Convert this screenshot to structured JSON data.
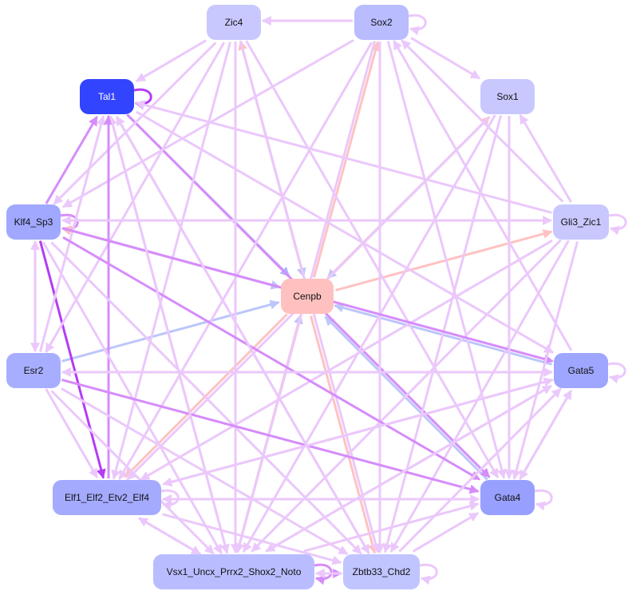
{
  "colors": {
    "default_edge": "#ebc8fb",
    "purple_edge": "#d68cfb",
    "dark_purple_edge": "#b43cf5",
    "blue_edge": "#aab4ff",
    "light_blue_edge": "#bcc6fb",
    "pink_edge": "#ffc2c2"
  },
  "nodes": [
    {
      "id": "Zic4",
      "label": "Zic4",
      "fill": "#c8c8ff",
      "text": "#111111"
    },
    {
      "id": "Sox2",
      "label": "Sox2",
      "fill": "#b9bcff",
      "text": "#111111"
    },
    {
      "id": "Tal1",
      "label": "Tal1",
      "fill": "#3344ff",
      "text": "#ffffff"
    },
    {
      "id": "Sox1",
      "label": "Sox1",
      "fill": "#c8c8ff",
      "text": "#111111"
    },
    {
      "id": "Klf4_Sp3",
      "label": "Klf4_Sp3",
      "fill": "#a0a8ff",
      "text": "#111111"
    },
    {
      "id": "Gli3_Zic1",
      "label": "Gli3_Zic1",
      "fill": "#c8c8ff",
      "text": "#111111"
    },
    {
      "id": "Cenpb",
      "label": "Cenpb",
      "fill": "#ffc0c0",
      "text": "#111111"
    },
    {
      "id": "Esr2",
      "label": "Esr2",
      "fill": "#a8aeff",
      "text": "#111111"
    },
    {
      "id": "Gata5",
      "label": "Gata5",
      "fill": "#9ea6ff",
      "text": "#111111"
    },
    {
      "id": "Elf1",
      "label": "Elf1_Elf2_Etv2_Elf4",
      "fill": "#a4abff",
      "text": "#111111"
    },
    {
      "id": "Gata4",
      "label": "Gata4",
      "fill": "#98a0ff",
      "text": "#111111"
    },
    {
      "id": "Vsx1",
      "label": "Vsx1_Uncx_Prrx2_Shox2_Noto",
      "fill": "#b9bdff",
      "text": "#111111"
    },
    {
      "id": "Zbtb33",
      "label": "Zbtb33_Chd2",
      "fill": "#c0c4ff",
      "text": "#111111"
    }
  ],
  "edges": [
    [
      "Tal1",
      "Tal1",
      "dark_purple_edge"
    ],
    [
      "Sox2",
      "Sox2",
      "default_edge"
    ],
    [
      "Klf4_Sp3",
      "Klf4_Sp3",
      "purple_edge"
    ],
    [
      "Gli3_Zic1",
      "Gli3_Zic1",
      "default_edge"
    ],
    [
      "Gata5",
      "Gata5",
      "default_edge"
    ],
    [
      "Gata4",
      "Gata4",
      "default_edge"
    ],
    [
      "Zbtb33",
      "Zbtb33",
      "default_edge"
    ],
    [
      "Elf1",
      "Elf1",
      "default_edge"
    ],
    [
      "Vsx1",
      "Vsx1",
      "purple_edge"
    ],
    [
      "Tal1",
      "Cenpb",
      "blue_edge"
    ],
    [
      "Zic4",
      "Cenpb",
      "light_blue_edge"
    ],
    [
      "Cenpb",
      "Zic4",
      "pink_edge"
    ],
    [
      "Cenpb",
      "Sox2",
      "pink_edge"
    ],
    [
      "Sox1",
      "Cenpb",
      "light_blue_edge"
    ],
    [
      "Cenpb",
      "Sox1",
      "pink_edge"
    ],
    [
      "Cenpb",
      "Gli3_Zic1",
      "pink_edge"
    ],
    [
      "Cenpb",
      "Klf4_Sp3",
      "pink_edge"
    ],
    [
      "Klf4_Sp3",
      "Cenpb",
      "light_blue_edge"
    ],
    [
      "Esr2",
      "Cenpb",
      "light_blue_edge"
    ],
    [
      "Gata5",
      "Cenpb",
      "light_blue_edge"
    ],
    [
      "Gata4",
      "Cenpb",
      "light_blue_edge"
    ],
    [
      "Cenpb",
      "Elf1",
      "pink_edge"
    ],
    [
      "Vsx1",
      "Cenpb",
      "light_blue_edge"
    ],
    [
      "Cenpb",
      "Vsx1",
      "pink_edge"
    ],
    [
      "Cenpb",
      "Zbtb33",
      "pink_edge"
    ],
    [
      "Klf4_Sp3",
      "Elf1",
      "dark_purple_edge"
    ],
    [
      "Tal1",
      "Gata4",
      "purple_edge"
    ],
    [
      "Klf4_Sp3",
      "Tal1",
      "purple_edge"
    ],
    [
      "Sox2",
      "Zic4",
      "default_edge"
    ],
    [
      "Sox2",
      "Sox1",
      "default_edge"
    ],
    [
      "Zic4",
      "Tal1",
      "default_edge"
    ],
    [
      "Zic4",
      "Klf4_Sp3",
      "default_edge"
    ],
    [
      "Zic4",
      "Esr2",
      "default_edge"
    ],
    [
      "Zic4",
      "Elf1",
      "default_edge"
    ],
    [
      "Zic4",
      "Vsx1",
      "default_edge"
    ],
    [
      "Zic4",
      "Zbtb33",
      "default_edge"
    ],
    [
      "Zic4",
      "Gata4",
      "default_edge"
    ],
    [
      "Sox2",
      "Klf4_Sp3",
      "default_edge"
    ],
    [
      "Sox2",
      "Elf1",
      "default_edge"
    ],
    [
      "Sox2",
      "Vsx1",
      "default_edge"
    ],
    [
      "Sox2",
      "Zbtb33",
      "default_edge"
    ],
    [
      "Sox2",
      "Gata4",
      "default_edge"
    ],
    [
      "Gli3_Zic1",
      "Sox2",
      "default_edge"
    ],
    [
      "Gli3_Zic1",
      "Sox1",
      "default_edge"
    ],
    [
      "Gli3_Zic1",
      "Klf4_Sp3",
      "default_edge"
    ],
    [
      "Gli3_Zic1",
      "Tal1",
      "default_edge"
    ],
    [
      "Gli3_Zic1",
      "Elf1",
      "default_edge"
    ],
    [
      "Gli3_Zic1",
      "Vsx1",
      "default_edge"
    ],
    [
      "Gli3_Zic1",
      "Zbtb33",
      "default_edge"
    ],
    [
      "Sox1",
      "Elf1",
      "default_edge"
    ],
    [
      "Sox1",
      "Vsx1",
      "default_edge"
    ],
    [
      "Sox1",
      "Zbtb33",
      "default_edge"
    ],
    [
      "Gata5",
      "Sox2",
      "default_edge"
    ],
    [
      "Elf1",
      "Tal1",
      "default_edge"
    ],
    [
      "Esr2",
      "Tal1",
      "default_edge"
    ],
    [
      "Vsx1",
      "Tal1",
      "default_edge"
    ],
    [
      "Zbtb33",
      "Tal1",
      "default_edge"
    ],
    [
      "Elf1",
      "Tal1",
      "purple_edge"
    ],
    [
      "Klf4_Sp3",
      "Esr2",
      "default_edge"
    ],
    [
      "Esr2",
      "Klf4_Sp3",
      "default_edge"
    ],
    [
      "Klf4_Sp3",
      "Gata5",
      "purple_edge"
    ],
    [
      "Klf4_Sp3",
      "Gata4",
      "purple_edge"
    ],
    [
      "Klf4_Sp3",
      "Vsx1",
      "default_edge"
    ],
    [
      "Klf4_Sp3",
      "Zbtb33",
      "default_edge"
    ],
    [
      "Klf4_Sp3",
      "Gli3_Zic1",
      "default_edge"
    ],
    [
      "Esr2",
      "Gata5",
      "default_edge"
    ],
    [
      "Gata5",
      "Esr2",
      "default_edge"
    ],
    [
      "Esr2",
      "Gata4",
      "purple_edge"
    ],
    [
      "Esr2",
      "Elf1",
      "default_edge"
    ],
    [
      "Esr2",
      "Vsx1",
      "default_edge"
    ],
    [
      "Esr2",
      "Zbtb33",
      "default_edge"
    ],
    [
      "Elf1",
      "Gata5",
      "default_edge"
    ],
    [
      "Elf1",
      "Gata4",
      "default_edge"
    ],
    [
      "Gata4",
      "Elf1",
      "default_edge"
    ],
    [
      "Elf1",
      "Vsx1",
      "default_edge"
    ],
    [
      "Elf1",
      "Zbtb33",
      "default_edge"
    ],
    [
      "Vsx1",
      "Elf1",
      "default_edge"
    ],
    [
      "Vsx1",
      "Zbtb33",
      "purple_edge"
    ],
    [
      "Zbtb33",
      "Vsx1",
      "default_edge"
    ],
    [
      "Vsx1",
      "Gata5",
      "default_edge"
    ],
    [
      "Vsx1",
      "Gata4",
      "default_edge"
    ],
    [
      "Zbtb33",
      "Gata5",
      "default_edge"
    ],
    [
      "Zbtb33",
      "Gata4",
      "default_edge"
    ],
    [
      "Gata5",
      "Gata4",
      "default_edge"
    ],
    [
      "Gata4",
      "Gata5",
      "default_edge"
    ],
    [
      "Gata5",
      "Elf1",
      "default_edge"
    ],
    [
      "Gata5",
      "Vsx1",
      "default_edge"
    ],
    [
      "Tal1",
      "Zbtb33",
      "default_edge"
    ],
    [
      "Tal1",
      "Gata5",
      "default_edge"
    ],
    [
      "Tal1",
      "Vsx1",
      "default_edge"
    ],
    [
      "Gli3_Zic1",
      "Gata4",
      "default_edge"
    ],
    [
      "Sox1",
      "Gata4",
      "default_edge"
    ]
  ]
}
